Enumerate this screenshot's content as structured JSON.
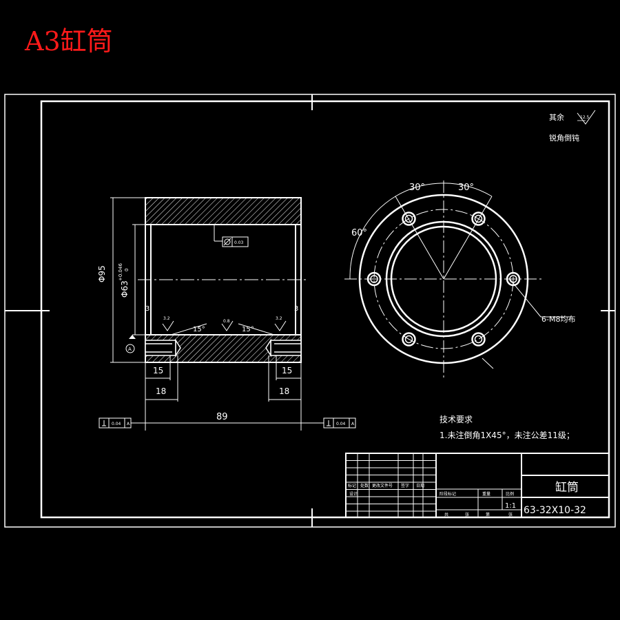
{
  "sheet": {
    "title": "A3缸筒",
    "colors": {
      "background": "#000000",
      "line": "#ffffff",
      "title": "#ff1a1a"
    }
  },
  "notes": {
    "roughness_label": "其余",
    "roughness_value": "12.5",
    "edge_note": "锐角倒钝"
  },
  "section_view": {
    "dims": {
      "outer_diameter": "Φ95",
      "inner_diameter": "Φ63",
      "tol_upper": "+0.046",
      "tol_lower": "0",
      "chamfer_left": "3",
      "chamfer_right": "3",
      "angle_left": "15°",
      "angle_right": "15°",
      "thread_depth_left": "15",
      "thread_depth_right": "15",
      "hole_depth_left": "18",
      "hole_depth_right": "18",
      "length": "89",
      "datum": "A"
    },
    "roughness": {
      "left": "3.2",
      "center": "0.8",
      "right": "3.2"
    },
    "cylindricity_tol": "0.03",
    "perp_left": {
      "tol": "0.04",
      "datum": "A"
    },
    "perp_right": {
      "tol": "0.04",
      "datum": "A"
    }
  },
  "end_view": {
    "angle_top_left": "30°",
    "angle_top_right": "30°",
    "angle_left": "60°",
    "holes_label": "6-M8均布"
  },
  "tech_req": {
    "heading": "技术要求",
    "item1": "1.未注倒角1X45°，未注公差11级；"
  },
  "title_block": {
    "part_name": "缸筒",
    "drawing_no": "63-32X10-32",
    "scale": "1:1",
    "row_labels": [
      "标记",
      "处数",
      "更改文件号",
      "签字",
      "日期"
    ],
    "sheet_labels": [
      "阶段标记",
      "重量",
      "比例"
    ],
    "bottom_labels": [
      "共",
      "张",
      "第",
      "张"
    ],
    "designer_label": "设计"
  }
}
